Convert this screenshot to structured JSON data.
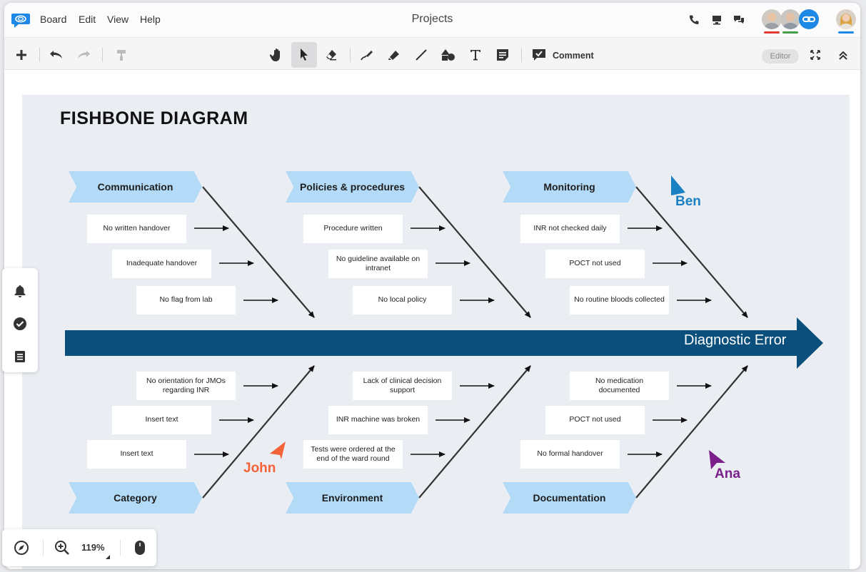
{
  "menubar": {
    "logo": "chat-bubble-logo",
    "items": [
      "Board",
      "Edit",
      "View",
      "Help"
    ],
    "title": "Projects",
    "icons": [
      "phone-icon",
      "screen-share-icon",
      "chat-icon"
    ],
    "participants": [
      {
        "name": "participant-1",
        "bar_color": "#e53935"
      },
      {
        "name": "participant-2",
        "bar_color": "#43a047"
      },
      {
        "name": "link",
        "bar_color": ""
      },
      {
        "name": "current-user",
        "bar_color": "#1e88e5"
      }
    ]
  },
  "toolbar": {
    "tools": [
      "add-icon",
      "undo-icon",
      "redo-icon",
      "format-painter-icon",
      "hand-icon",
      "pointer-icon",
      "eraser-icon",
      "pen-icon",
      "highlighter-icon",
      "line-icon",
      "shapes-icon",
      "text-icon",
      "sticky-note-icon",
      "comment-icon",
      "fullscreen-icon",
      "collapse-icon"
    ],
    "active_tool": "pointer-icon",
    "comment_label": "Comment",
    "editor_label": "Editor"
  },
  "diagram": {
    "title": "FISHBONE DIAGRAM",
    "effect": "Diagnostic Error",
    "spine_color": "#0b4f7c",
    "category_color": "#b3dbf7",
    "top_categories": [
      {
        "label": "Communication",
        "causes": [
          "No written handover",
          "Inadequate handover",
          "No flag from lab"
        ]
      },
      {
        "label": "Policies & procedures",
        "causes": [
          "Procedure written",
          "No guideline available on intranet",
          "No local policy"
        ]
      },
      {
        "label": "Monitoring",
        "causes": [
          "INR not checked daily",
          "POCT not used",
          "No routine bloods collected"
        ]
      }
    ],
    "bottom_categories": [
      {
        "label": "Category",
        "causes": [
          "No orientation for JMOs regarding INR",
          "Insert text",
          "Insert text"
        ]
      },
      {
        "label": "Environment",
        "causes": [
          "Lack of clinical decision support",
          "INR machine was broken",
          "Tests were ordered at the end of the ward round"
        ]
      },
      {
        "label": "Documentation",
        "causes": [
          "No medication documented",
          "POCT not used",
          "No formal handover"
        ]
      }
    ]
  },
  "cursors": [
    {
      "name": "Ben",
      "color": "#1b7fc4"
    },
    {
      "name": "John",
      "color": "#f4623a"
    },
    {
      "name": "Ana",
      "color": "#7b1f8a"
    }
  ],
  "side_panel": {
    "icons": [
      "bell-icon",
      "check-circle-icon",
      "list-icon"
    ]
  },
  "zoom_panel": {
    "icons": [
      "compass-icon",
      "zoom-in-icon",
      "mouse-icon"
    ],
    "zoom_level": "119%"
  }
}
